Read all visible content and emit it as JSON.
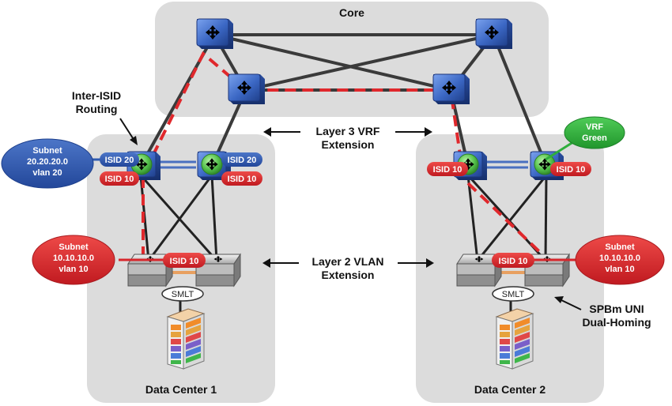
{
  "zones": {
    "core": "Core",
    "dc1": "Data Center 1",
    "dc2": "Data Center 2"
  },
  "annotations": {
    "inter_isid": [
      "Inter-ISID",
      "Routing"
    ],
    "l3": [
      "Layer 3 VRF",
      "Extension"
    ],
    "l2": [
      "Layer 2 VLAN",
      "Extension"
    ],
    "spbm": [
      "SPBm UNI",
      "Dual-Homing"
    ]
  },
  "subnets": {
    "dc1_blue": [
      "Subnet",
      "20.20.20.0",
      "vlan 20"
    ],
    "dc1_red": [
      "Subnet",
      "10.10.10.0",
      "vlan 10"
    ],
    "dc2_red": [
      "Subnet",
      "10.10.10.0",
      "vlan 10"
    ]
  },
  "vrf": [
    "VRF",
    "Green"
  ],
  "tags": {
    "isid20": "ISID 20",
    "isid10": "ISID 10",
    "smlt": "SMLT"
  },
  "colors": {
    "zone_fill": "#dcdcdc",
    "router_blue": "#3b67c4",
    "router_green": "#53c04a",
    "isid_red": "#d7262c",
    "isid_blue": "#2f5bb0",
    "vrf_green": "#2fae3c",
    "dashed_path": "#e0282c"
  }
}
